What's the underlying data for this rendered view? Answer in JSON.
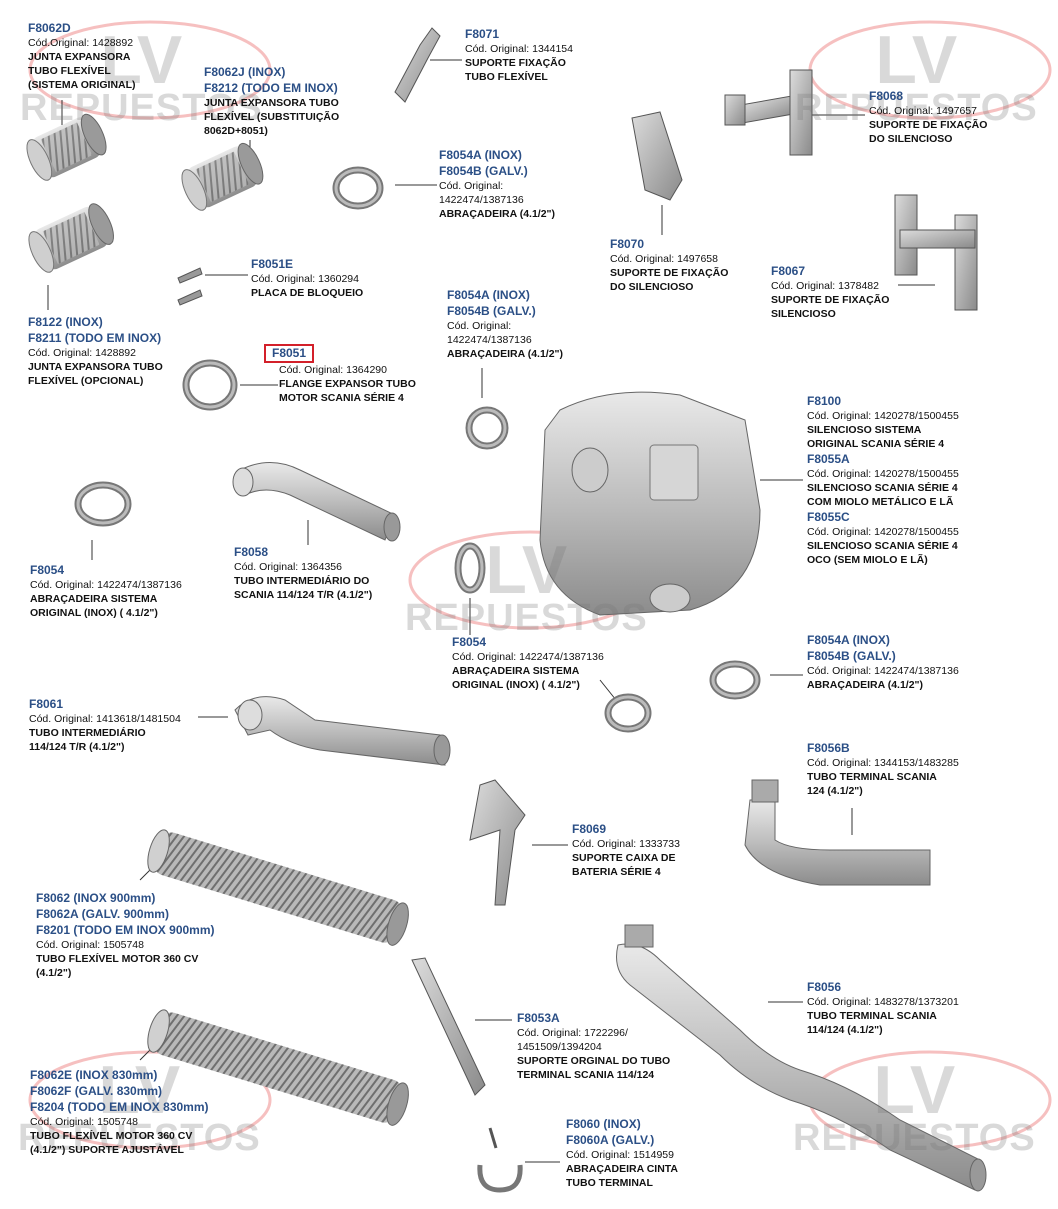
{
  "watermark": {
    "brand": "LV",
    "sub": "REPUESTOS"
  },
  "parts": [
    {
      "id": "p1",
      "codes": [
        "F8062D"
      ],
      "orig": "Cód.Original: 1428892",
      "desc": [
        "JUNTA EXPANSORA",
        "TUBO FLEXÍVEL",
        "(SISTEMA ORIGINAL)"
      ]
    },
    {
      "id": "p2",
      "codes": [
        "F8062J (INOX)",
        "F8212 (TODO EM INOX)"
      ],
      "orig": "",
      "desc": [
        "JUNTA EXPANSORA TUBO",
        "FLEXÍVEL (SUBSTITUIÇÃO",
        "8062D+8051)"
      ]
    },
    {
      "id": "p3",
      "codes": [
        "F8071"
      ],
      "orig": "Cód. Original: 1344154",
      "desc": [
        "SUPORTE  FIXAÇÃO",
        "TUBO FLEXÍVEL"
      ]
    },
    {
      "id": "p4",
      "codes": [
        "F8068"
      ],
      "orig": "Cód. Original: 1497657",
      "desc": [
        "SUPORTE DE FIXAÇÃO",
        "DO SILENCIOSO"
      ]
    },
    {
      "id": "p5",
      "codes": [
        "F8054A (INOX)",
        "F8054B (GALV.)"
      ],
      "orig": "Cód. Original:",
      "orig2": "1422474/1387136",
      "desc": [
        "ABRAÇADEIRA (4.1/2\")"
      ]
    },
    {
      "id": "p6",
      "codes": [
        "F8070"
      ],
      "orig": "Cód. Original: 1497658",
      "desc": [
        "SUPORTE DE FIXAÇÃO",
        "DO SILENCIOSO"
      ]
    },
    {
      "id": "p7",
      "codes": [
        "F8051E"
      ],
      "orig": "Cód. Original: 1360294",
      "desc": [
        "PLACA DE BLOQUEIO"
      ]
    },
    {
      "id": "p8",
      "codes": [
        "F8067"
      ],
      "orig": "Cód. Original: 1378482",
      "desc": [
        "SUPORTE DE FIXAÇÃO",
        "SILENCIOSO"
      ]
    },
    {
      "id": "p9",
      "codes": [
        "F8054A (INOX)",
        "F8054B (GALV.)"
      ],
      "orig": "Cód. Original:",
      "orig2": "1422474/1387136",
      "desc": [
        "ABRAÇADEIRA (4.1/2\")"
      ]
    },
    {
      "id": "p10",
      "codes": [
        "F8122 (INOX)",
        "F8211 (TODO EM INOX)"
      ],
      "orig": "Cód. Original: 1428892",
      "desc": [
        "JUNTA EXPANSORA TUBO",
        "FLEXÍVEL (OPCIONAL)"
      ]
    },
    {
      "id": "p11",
      "codes": [
        "F8051"
      ],
      "orig": "Cód. Original: 1364290",
      "desc": [
        "FLANGE EXPANSOR TUBO",
        "MOTOR SCANIA SÉRIE 4"
      ]
    },
    {
      "id": "p12",
      "codes": [
        "F8100"
      ],
      "orig": "Cód. Original: 1420278/1500455",
      "desc": [
        "SILENCIOSO SISTEMA",
        "ORIGINAL SCANIA SÉRIE 4"
      ],
      "codes2": [
        "F8055A"
      ],
      "orig_b": "Cód. Original: 1420278/1500455",
      "desc_b": [
        "SILENCIOSO SCANIA SÉRIE 4",
        "COM MIOLO METÁLICO  E LÃ"
      ],
      "codes3": [
        "F8055C"
      ],
      "orig_c": "Cód. Original: 1420278/1500455",
      "desc_c": [
        "SILENCIOSO SCANIA SÉRIE 4",
        "OCO (SEM MIOLO E LÃ)"
      ]
    },
    {
      "id": "p13",
      "codes": [
        "F8054"
      ],
      "orig": "Cód. Original: 1422474/1387136",
      "desc": [
        "ABRAÇADEIRA SISTEMA",
        "ORIGINAL (INOX) ( 4.1/2\")"
      ]
    },
    {
      "id": "p14",
      "codes": [
        "F8058"
      ],
      "orig": "Cód. Original: 1364356",
      "desc": [
        "TUBO INTERMEDIÁRIO DO",
        "SCANIA  114/124 T/R (4.1/2\")"
      ]
    },
    {
      "id": "p15",
      "codes": [
        "F8054"
      ],
      "orig": "Cód. Original: 1422474/1387136",
      "desc": [
        "ABRAÇADEIRA SISTEMA",
        "ORIGINAL (INOX) ( 4.1/2\")"
      ]
    },
    {
      "id": "p16",
      "codes": [
        "F8054A (INOX)",
        "F8054B (GALV.)"
      ],
      "orig": "Cód. Original: 1422474/1387136",
      "desc": [
        "ABRAÇADEIRA (4.1/2\")"
      ]
    },
    {
      "id": "p17",
      "codes": [
        "F8061"
      ],
      "orig": "Cód. Original: 1413618/1481504",
      "desc": [
        "TUBO INTERMEDIÁRIO",
        "114/124 T/R (4.1/2\")"
      ]
    },
    {
      "id": "p18",
      "codes": [
        "F8056B"
      ],
      "orig": "Cód. Original: 1344153/1483285",
      "desc": [
        "TUBO TERMINAL SCANIA",
        "124 (4.1/2\")"
      ]
    },
    {
      "id": "p19",
      "codes": [
        "F8069"
      ],
      "orig": "Cód. Original: 1333733",
      "desc": [
        "SUPORTE CAIXA DE",
        "BATERIA SÉRIE 4"
      ]
    },
    {
      "id": "p20",
      "codes": [
        "F8062 (INOX 900mm)",
        "F8062A (GALV. 900mm)",
        "F8201 (TODO EM INOX 900mm)"
      ],
      "orig": "Cód. Original: 1505748",
      "desc": [
        "TUBO FLEXÍVEL MOTOR 360 CV",
        "(4.1/2\")"
      ]
    },
    {
      "id": "p21",
      "codes": [
        "F8056"
      ],
      "orig": "Cód. Original: 1483278/1373201",
      "desc": [
        "TUBO TERMINAL  SCANIA",
        "114/124 (4.1/2\")"
      ]
    },
    {
      "id": "p22",
      "codes": [
        "F8053A"
      ],
      "orig": "Cód. Original: 1722296/",
      "orig2": "1451509/1394204",
      "desc": [
        "SUPORTE ORGINAL DO TUBO",
        "TERMINAL SCANIA 114/124"
      ]
    },
    {
      "id": "p23",
      "codes": [
        "F8062E (INOX 830mm)",
        "F8062F (GALV. 830mm)",
        "F8204 (TODO EM INOX 830mm)"
      ],
      "orig": "Cód. Original: 1505748",
      "desc": [
        "TUBO FLEXÍVEL MOTOR 360 CV",
        "(4.1/2\") SUPORTE AJUSTÁVEL"
      ]
    },
    {
      "id": "p24",
      "codes": [
        "F8060 (INOX)",
        "F8060A (GALV.)"
      ],
      "orig": "Cód. Original: 1514959",
      "desc": [
        "ABRAÇADEIRA CINTA",
        "TUBO TERMINAL"
      ]
    }
  ]
}
